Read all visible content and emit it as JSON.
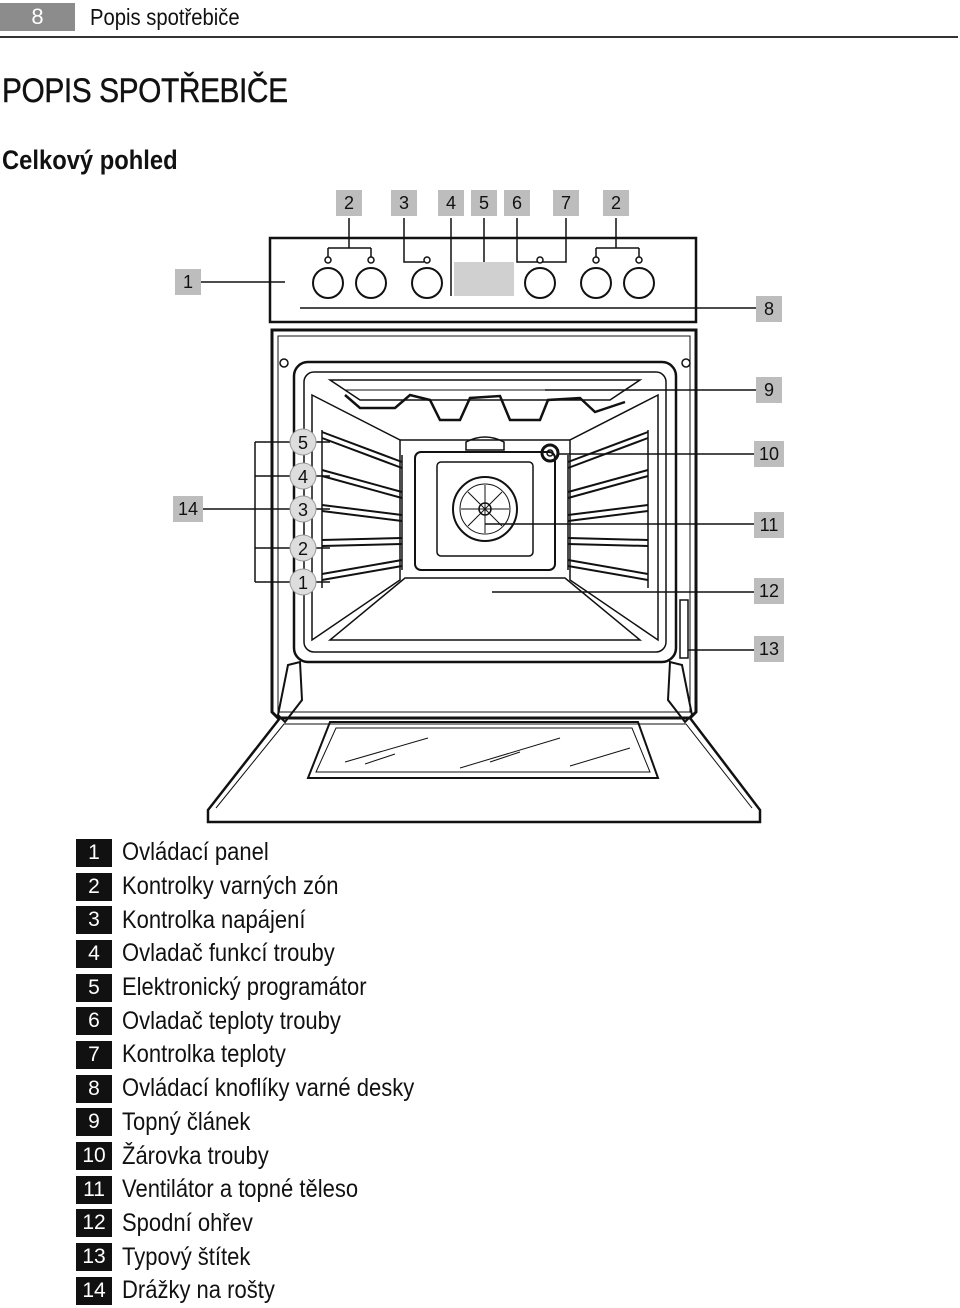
{
  "header": {
    "page_number": "8",
    "title": "Popis spotřebiče"
  },
  "main_title": "POPIS SPOTŘEBIČE",
  "subtitle": "Celkový pohled",
  "callouts": {
    "top": [
      "2",
      "3",
      "4",
      "5",
      "6",
      "7",
      "2"
    ],
    "left": "1",
    "left_rails": "14",
    "right": [
      "8",
      "9",
      "10",
      "11",
      "12",
      "13"
    ],
    "shelves": [
      "5",
      "4",
      "3",
      "2",
      "1"
    ]
  },
  "legend": [
    {
      "num": "1",
      "text": "Ovládací panel"
    },
    {
      "num": "2",
      "text": "Kontrolky varných zón"
    },
    {
      "num": "3",
      "text": "Kontrolka napájení"
    },
    {
      "num": "4",
      "text": "Ovladač funkcí trouby"
    },
    {
      "num": "5",
      "text": "Elektronický programátor"
    },
    {
      "num": "6",
      "text": "Ovladač teploty trouby"
    },
    {
      "num": "7",
      "text": "Kontrolka teploty"
    },
    {
      "num": "8",
      "text": "Ovládací knoflíky varné desky"
    },
    {
      "num": "9",
      "text": "Topný článek"
    },
    {
      "num": "10",
      "text": "Žárovka trouby"
    },
    {
      "num": "11",
      "text": "Ventilátor a topné těleso"
    },
    {
      "num": "12",
      "text": "Spodní ohřev"
    },
    {
      "num": "13",
      "text": "Typový štítek"
    },
    {
      "num": "14",
      "text": "Drážky na rošty"
    }
  ],
  "colors": {
    "header_badge": "#8c8c8c",
    "callout_box": "#bdbdbd",
    "legend_badge": "#111111",
    "display": "#d0d0d0"
  }
}
